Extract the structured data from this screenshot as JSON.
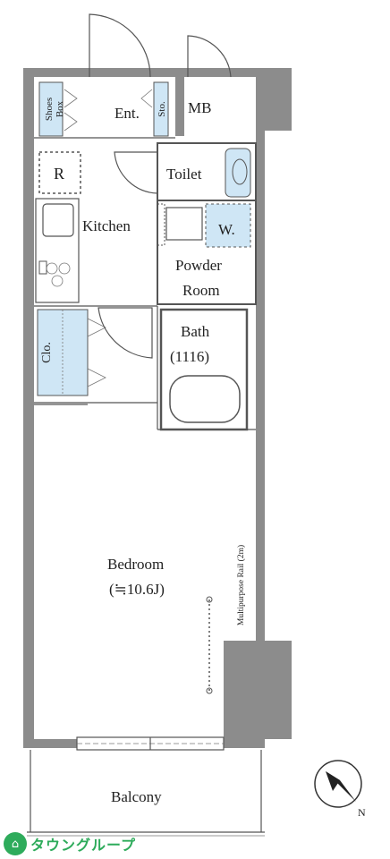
{
  "rooms": {
    "shoes_box": "Shoes Box",
    "entrance": "Ent.",
    "storage": "Sto.",
    "meter_box": "MB",
    "refrigerator": "R",
    "toilet": "Toilet",
    "kitchen": "Kitchen",
    "washer": "W.",
    "powder_room": "Powder\nRoom",
    "powder_room_line1": "Powder",
    "powder_room_line2": "Room",
    "closet": "Clo.",
    "bath": "Bath",
    "bath_size": "(1116)",
    "bedroom": "Bedroom",
    "bedroom_size": "(≒10.6J)",
    "rail": "Multipurpose Rail (2m)",
    "balcony": "Balcony"
  },
  "compass": {
    "label": "N"
  },
  "logo": {
    "text": "タウングループ",
    "icon": "town-logo-icon"
  },
  "colors": {
    "wall": "#8c8c8c",
    "fixture_blue": "#cfe6f5",
    "logo_green": "#2eab5b"
  }
}
